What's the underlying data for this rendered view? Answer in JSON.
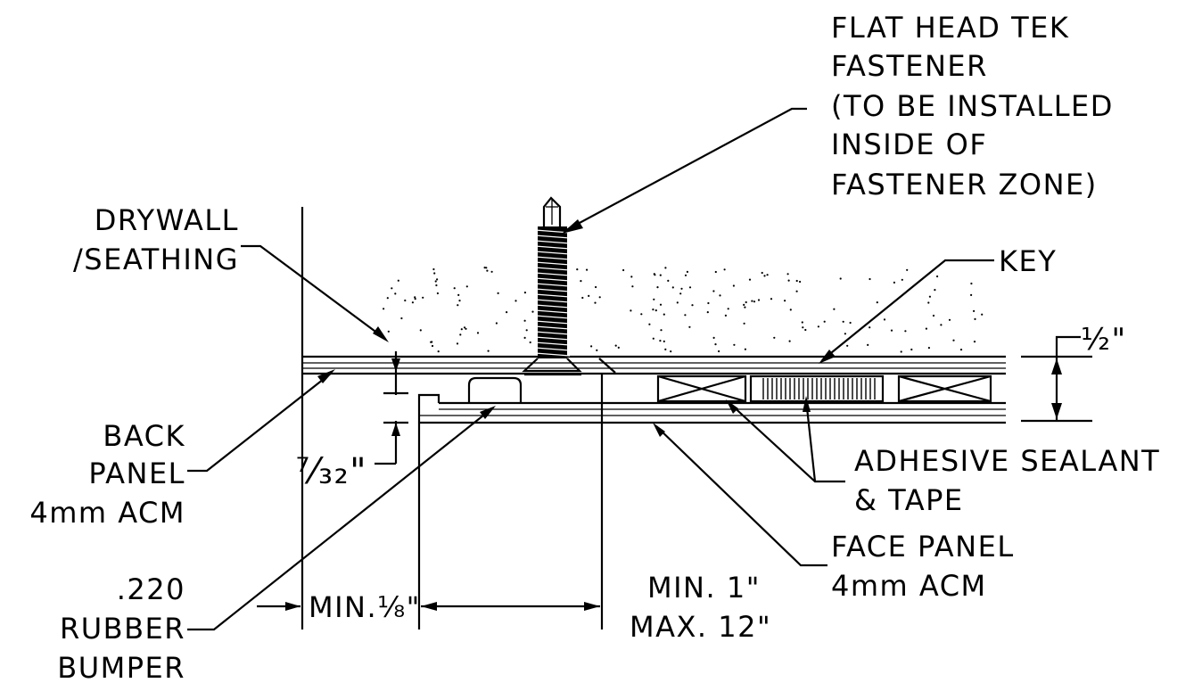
{
  "labels": {
    "fastener": [
      "FLAT HEAD TEK",
      "FASTENER",
      "(TO BE INSTALLED",
      "INSIDE OF",
      "FASTENER ZONE)"
    ],
    "drywall": [
      "DRYWALL",
      "/SEATHING"
    ],
    "key": "KEY",
    "half_inch": "½\"",
    "back_panel": [
      "BACK",
      "PANEL",
      "4mm ACM"
    ],
    "gap": "⁷⁄₃₂\"",
    "adhesive": [
      "ADHESIVE SEALANT",
      "& TAPE"
    ],
    "face_panel": [
      "FACE PANEL",
      "4mm ACM"
    ],
    "bumper": [
      ".220",
      "RUBBER",
      "BUMPER"
    ],
    "min_eighth": "MIN.⅛\"",
    "spacing": [
      "MIN. 1\"",
      "MAX. 12\""
    ]
  }
}
